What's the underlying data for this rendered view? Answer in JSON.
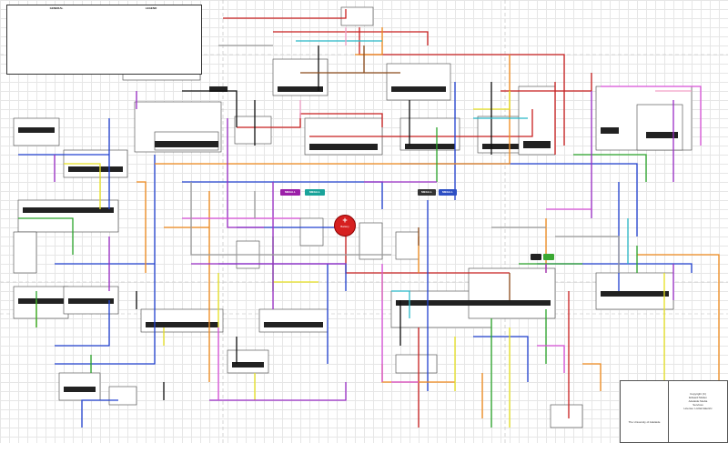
{
  "diagram": {
    "notes": {
      "left_heading": "GENERAL",
      "right_heading": "LEGEND"
    },
    "battery": {
      "symbol": "+",
      "label": "Battery"
    },
    "tags": [
      {
        "id": "tag-a",
        "text": "MEGA.L",
        "color": "#9b1fa8"
      },
      {
        "id": "tag-b",
        "text": "MEGA.L",
        "color": "#1aa39a"
      },
      {
        "id": "tag-c",
        "text": "MEGA.L",
        "color": "#333333"
      },
      {
        "id": "tag-d",
        "text": "MEGA.L",
        "color": "#2d4fc4"
      },
      {
        "id": "tag-e",
        "text": "",
        "color": "#3aa832"
      },
      {
        "id": "tag-f",
        "text": "",
        "color": "#222222"
      }
    ],
    "title_block": {
      "left": "The University of Adelaide",
      "right": [
        "Copyright (C)",
        "Edward Mullen",
        "Adelaide Media",
        "Services",
        "License: Ltd Ed Electric"
      ]
    },
    "colors": {
      "red": "#c81e1e",
      "blue": "#2040d0",
      "orange": "#f08a1c",
      "yellow": "#e6e020",
      "green": "#2aa52a",
      "purple": "#9a2cc6",
      "magenta": "#d84fd8",
      "black": "#111111",
      "brown": "#8b4a1a",
      "cyan": "#28b8c8",
      "gray": "#9a9a9a",
      "pink": "#f2a0c8"
    }
  }
}
